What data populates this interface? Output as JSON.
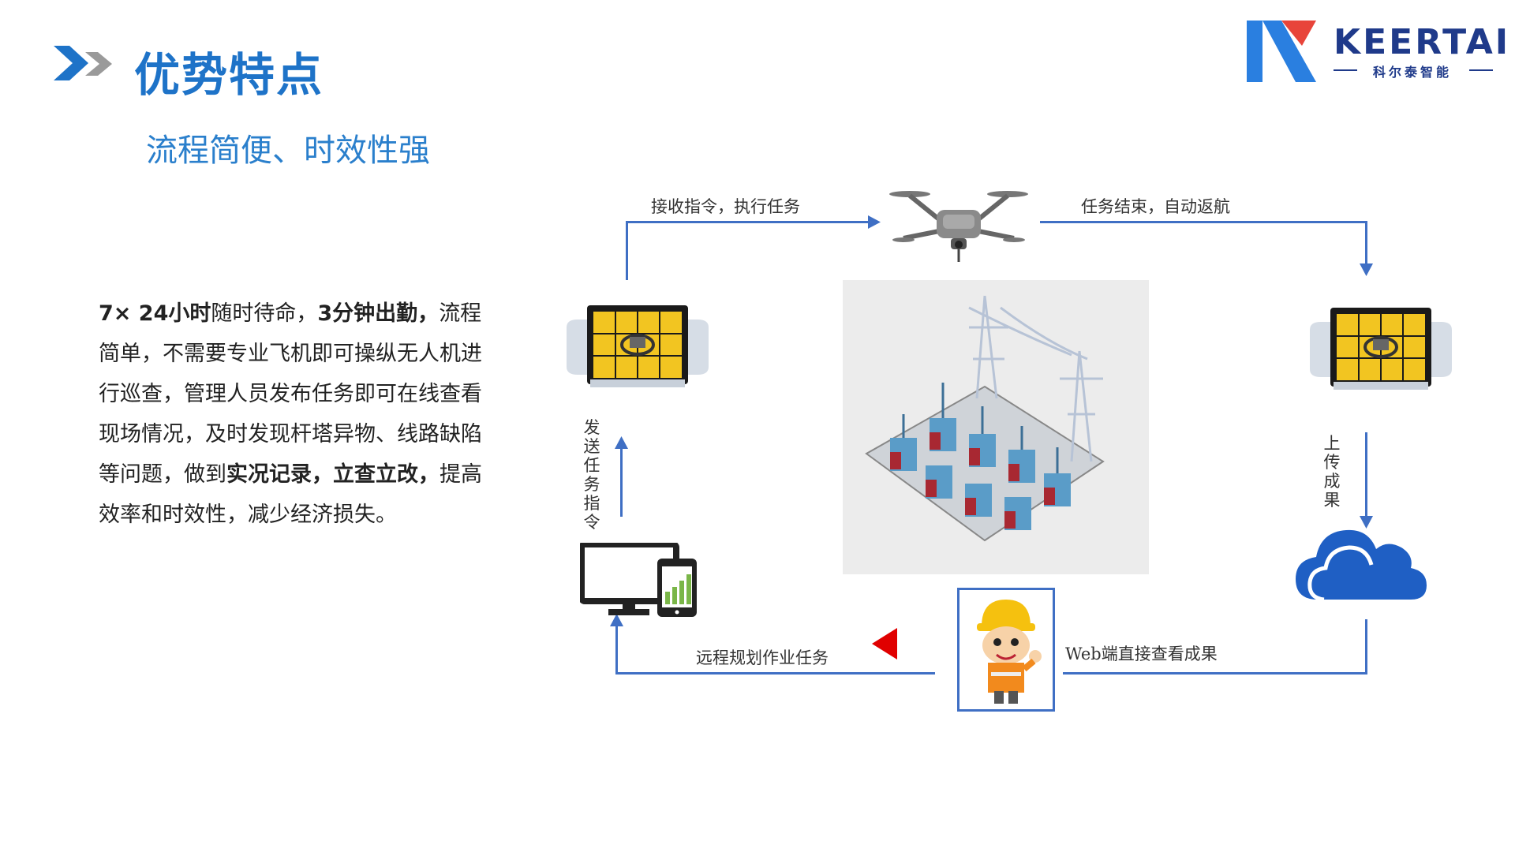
{
  "header": {
    "title": "优势特点",
    "subtitle": "流程简便、时效性强"
  },
  "logo": {
    "name": "KEERTAI",
    "tagline": "科尔泰智能"
  },
  "description": {
    "s1": "7× 24小时",
    "s2": "随时待命，",
    "s3": "3分钟出勤，",
    "s4": "流程简单，不需要专业飞机即可操纵无人机进行巡查，管理人员发布任务即可在线查看现场情况，及时发现杆塔异物、线路缺陷等问题，做到",
    "s5": "实况记录，立查立改，",
    "s6": "提高效率和时效性，减少经济损失。"
  },
  "flow": {
    "receive_execute": "接收指令，执行任务",
    "task_return": "任务结束，自动返航",
    "send_command": "发送任务指令",
    "upload_results": "上传成果",
    "remote_plan": "远程规划作业任务",
    "web_view": "Web端直接查看成果"
  },
  "colors": {
    "accent": "#1e73c8",
    "flow_line": "#3f6fc4",
    "logo_navy": "#1f3a8a",
    "logo_red": "#e8443a",
    "arrow_red": "#e00000"
  },
  "icons": [
    "chevron-right-icon",
    "drone-icon",
    "drone-nest-icon",
    "computer-tablet-icon",
    "cloud-icon",
    "worker-icon",
    "substation-image"
  ]
}
